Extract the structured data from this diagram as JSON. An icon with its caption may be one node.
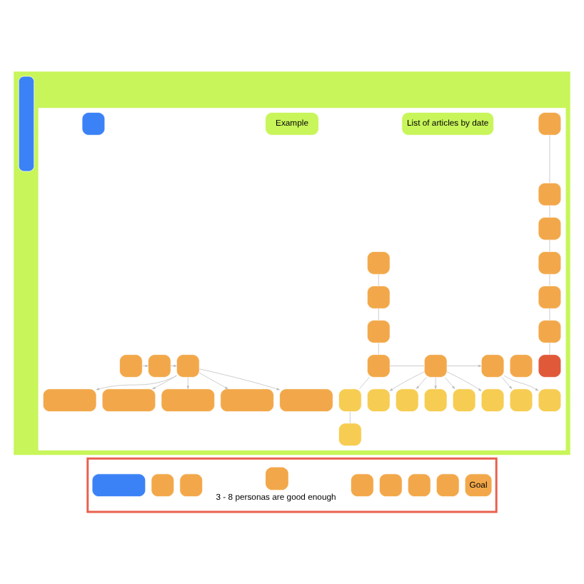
{
  "diagram": {
    "nodes": [
      {
        "text": [],
        "shape": "box"
      },
      {
        "text": [
          "Goal"
        ],
        "in": 0
      },
      {
        "text": [],
        "shape": "box",
        "in": 0
      },
      {
        "text": [],
        "shape": "box",
        "in": 0
      },
      {
        "text": [],
        "shape": "box",
        "in": 0
      },
      {
        "text": [],
        "shape": "box",
        "in": 0
      },
      {
        "text": [],
        "shape": "box",
        "in": 0,
        "beside": [
          "3 - 8 personas are good enough"
        ]
      },
      {
        "text": [],
        "shape": "box",
        "in": 0
      },
      {
        "text": [],
        "shape": "box",
        "in": 0
      },
      {
        "text": [],
        "shape": "box",
        "in": 0
      },
      {
        "text": [],
        "shape": "box"
      },
      {
        "text": [],
        "shape": "box",
        "in": 10
      },
      {
        "text": [],
        "shape": "bar",
        "in": 10
      },
      {
        "text": [],
        "shape": "box",
        "in": 11
      },
      {
        "text": [],
        "shape": "box",
        "in": 11
      },
      {
        "text": [],
        "shape": "box",
        "in": 11
      },
      {
        "text": [],
        "shape": "box",
        "in": 11
      },
      {
        "text": [],
        "shape": "box",
        "in": 11
      },
      {
        "text": [],
        "shape": "box",
        "in": 11
      },
      {
        "text": [],
        "shape": "box",
        "in": 11
      },
      {
        "text": [],
        "shape": "box",
        "in": 11
      },
      {
        "text": [],
        "shape": "box",
        "in": 11
      },
      {
        "text": [],
        "shape": "box",
        "in": 11
      },
      {
        "text": [],
        "shape": "box",
        "in": 11
      },
      {
        "text": [],
        "shape": "box",
        "in": 11
      },
      {
        "text": [],
        "shape": "box",
        "in": 11
      },
      {
        "text": [],
        "shape": "box",
        "in": 11
      },
      {
        "text": [],
        "shape": "box",
        "in": 11
      },
      {
        "text": [],
        "shape": "box",
        "in": 11
      },
      {
        "text": [],
        "shape": "box",
        "in": 11
      },
      {
        "text": [],
        "shape": "box",
        "in": 11
      },
      {
        "text": [],
        "shape": "box",
        "in": 11
      },
      {
        "text": [],
        "shape": "box",
        "in": 11
      },
      {
        "text": [],
        "shape": "box",
        "in": 11
      },
      {
        "text": [],
        "shape": "box",
        "in": 11
      },
      {
        "text": [],
        "shape": "box",
        "in": 11
      },
      {
        "text": [],
        "shape": "box",
        "in": 11
      },
      {
        "text": [],
        "shape": "box",
        "in": 11
      },
      {
        "text": [],
        "shape": "box",
        "in": 11
      },
      {
        "text": [],
        "shape": "box",
        "in": 11
      },
      {
        "text": [],
        "shape": "box",
        "in": 11
      },
      {
        "text": [],
        "shape": "box",
        "in": 11
      },
      {
        "text": [],
        "shape": "box",
        "in": 11
      },
      {
        "text": [],
        "shape": "box",
        "in": 11
      },
      {
        "text": [
          "List of articles by date"
        ],
        "in": 11
      },
      {
        "text": [
          "Example"
        ],
        "in": 11
      },
      {
        "text": [],
        "shape": "box",
        "in": 11
      }
    ],
    "edges": [
      {
        "from": 13,
        "to": 14,
        "arrow": "none"
      },
      {
        "from": 14,
        "to": 15,
        "arrow": "none"
      },
      {
        "from": 15,
        "to": 16,
        "arrow": "none"
      },
      {
        "from": 16,
        "to": 17,
        "arrow": "none"
      },
      {
        "from": 17,
        "to": 18,
        "arrow": "none"
      },
      {
        "from": 18,
        "to": 19,
        "arrow": "none"
      },
      {
        "from": 22,
        "to": 23,
        "arrow": "none"
      },
      {
        "from": 23,
        "to": 24,
        "arrow": "none"
      },
      {
        "from": 24,
        "to": 21,
        "arrow": "none"
      },
      {
        "from": 21,
        "to": 25,
        "arrow": "none"
      },
      {
        "from": 25,
        "to": 26,
        "arrow": "none"
      },
      {
        "from": 21,
        "to": 27,
        "arrow": "none"
      },
      {
        "from": 27,
        "to": 28,
        "arrow": "to"
      },
      {
        "from": 27,
        "to": 29,
        "arrow": "to"
      },
      {
        "from": 27,
        "to": 30,
        "arrow": "to"
      },
      {
        "from": 27,
        "to": 31,
        "arrow": "to"
      },
      {
        "from": 27,
        "to": 32,
        "arrow": "to"
      },
      {
        "from": 27,
        "to": 33,
        "arrow": "to"
      },
      {
        "from": 33,
        "to": 35,
        "arrow": "to"
      },
      {
        "from": 33,
        "to": 36,
        "arrow": "to"
      },
      {
        "from": 34,
        "to": 37,
        "arrow": "to"
      },
      {
        "from": 37,
        "to": 38,
        "arrow": "to"
      },
      {
        "from": 38,
        "to": 39,
        "arrow": "to"
      },
      {
        "from": 38,
        "to": 40,
        "arrow": "to"
      },
      {
        "from": 38,
        "to": 41,
        "arrow": "to"
      },
      {
        "from": 38,
        "to": 42,
        "arrow": "to"
      },
      {
        "from": 38,
        "to": 43,
        "arrow": "to"
      }
    ]
  }
}
